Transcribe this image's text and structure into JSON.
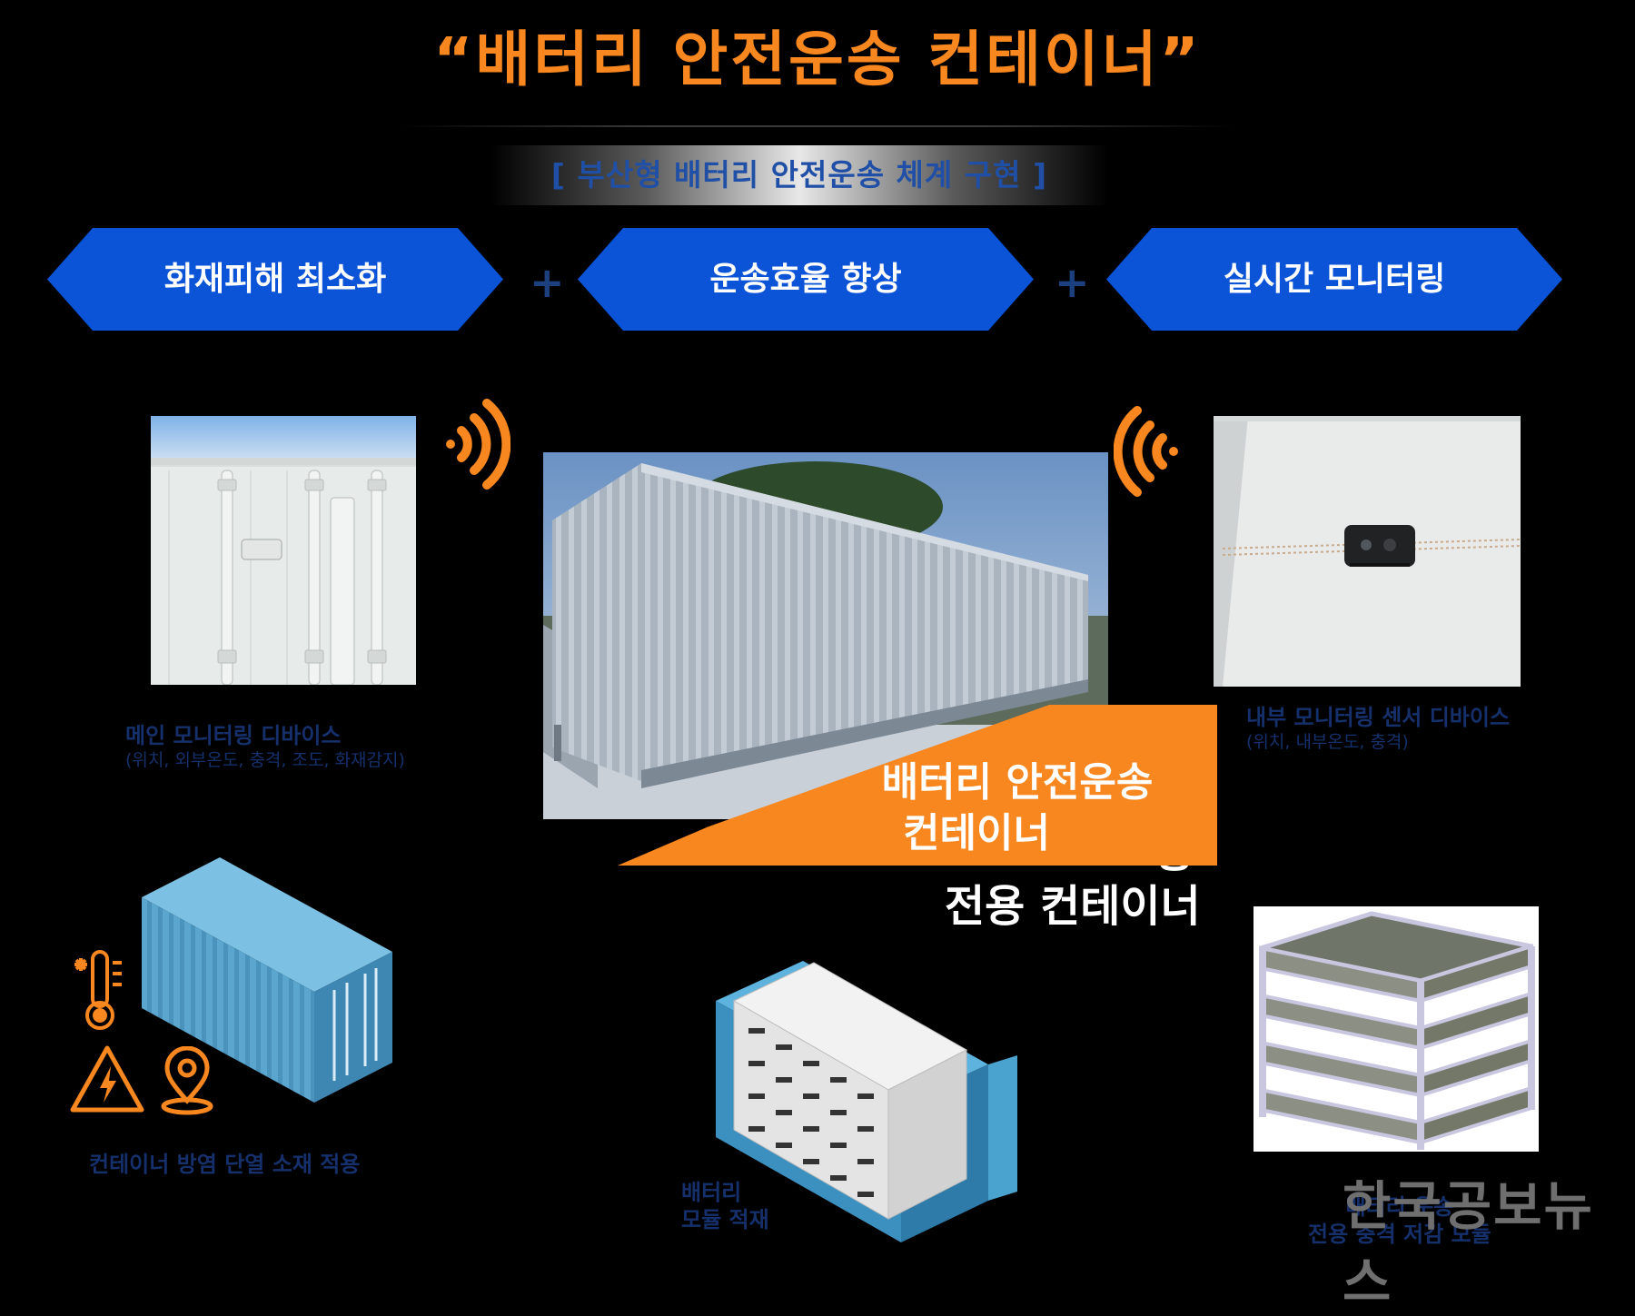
{
  "title": "“배터리 안전운송 컨테이너”",
  "subtitle": "[ 부산형 배터리 안전운송 체계 구현 ]",
  "pillars": [
    {
      "label": "화재피해 최소화"
    },
    {
      "label": "운송효율 향상"
    },
    {
      "label": "실시간 모니터링"
    }
  ],
  "plus_sign": "+",
  "main_device": {
    "label": "메인 모니터링 디바이스",
    "details": "(위치, 외부온도, 충격, 조도, 화재감지)"
  },
  "internal_device": {
    "label": "내부 모니터링 센서 디바이스",
    "details": "(위치, 내부온도, 충격)"
  },
  "center_arrow": {
    "line1": "배터리 안전운송",
    "line2": "컨테이너"
  },
  "behind_text": {
    "line1": "송",
    "line2": "전용 컨테이너"
  },
  "insulation_caption": "컨테이너  방염 단열 소재 적용",
  "module_caption": {
    "line1": "배터리",
    "line2": "모듈 적재"
  },
  "shock_caption": {
    "line1": "배터리 운송",
    "line2": "전용 충격 저감 모듈"
  },
  "watermark": "한국공보뉴스",
  "colors": {
    "accent": "#f7871e",
    "blue": "#0b54d8",
    "caption_blue": "#15306b"
  },
  "icons": [
    "wifi-icon",
    "thermometer-icon",
    "high-voltage-warning-icon",
    "location-pin-icon"
  ]
}
